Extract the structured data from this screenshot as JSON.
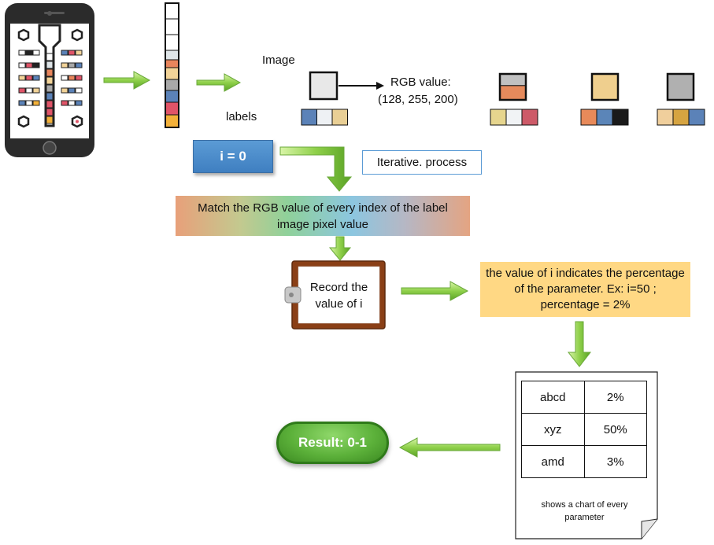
{
  "labels": {
    "image": "Image",
    "labels": "labels",
    "rgb_title": "RGB value:",
    "rgb_value": "(128, 255, 200)"
  },
  "boxes": {
    "init": "i = 0",
    "iterative": "Iterative. process",
    "match": "Match the RGB value of every index of the label image pixel value",
    "record": "Record the value of i",
    "param": "the value of i indicates the percentage of the parameter. Ex: i=50 ; percentage = 2%",
    "result": "Result:  0-1"
  },
  "table": {
    "rows": [
      {
        "name": "abcd",
        "value": "2%"
      },
      {
        "name": "xyz",
        "value": "50%"
      },
      {
        "name": "amd",
        "value": "3%"
      }
    ],
    "caption": "shows a chart of every parameter"
  },
  "colors": {
    "strip": [
      "#ffffff",
      "#ffffff",
      "#ffffff",
      "#dfe5e8",
      "#e8855c",
      "#f2d398",
      "#a9a9a9",
      "#5b82b8",
      "#e05468",
      "#f3b13a"
    ],
    "label_swatches": [
      "#5b82b8",
      "#eef1f4",
      "#e9cf95"
    ],
    "examples": [
      {
        "image": [
          "#c0c0c0",
          "#e58a5c"
        ],
        "labels": [
          "#e6d58e",
          "#f1f3f5",
          "#cd5a68"
        ]
      },
      {
        "image": [
          "#efcf8e"
        ],
        "labels": [
          "#e88a5a",
          "#5b85b8",
          "#1a1a1a"
        ]
      },
      {
        "image": [
          "#b0b0b0"
        ],
        "labels": [
          "#f0cf9c",
          "#d6a441",
          "#5b82b8"
        ]
      }
    ],
    "arrow_green": "#8dd04a"
  }
}
